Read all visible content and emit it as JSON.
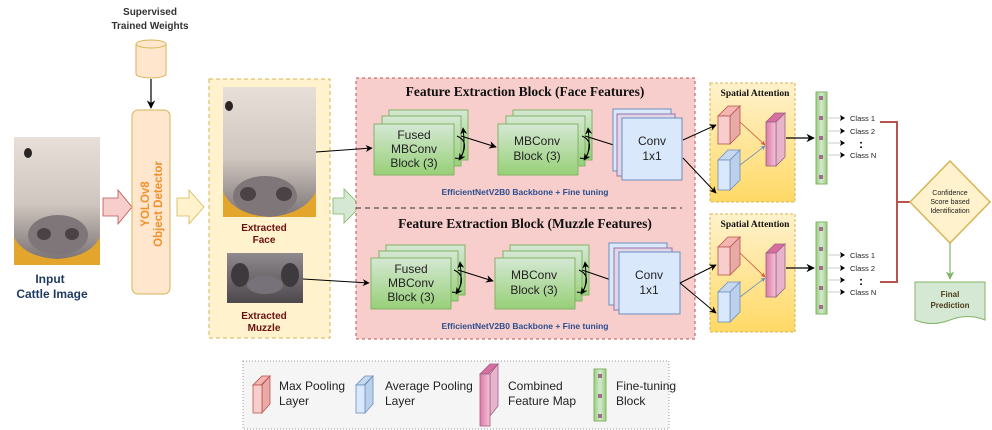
{
  "input": {
    "label_line1": "Input",
    "label_line2": "Cattle Image"
  },
  "weights": {
    "label_line1": "Supervised",
    "label_line2": "Trained Weights"
  },
  "detector": {
    "label_line1": "YOLOv8",
    "label_line2": "Object Detector"
  },
  "extracted": {
    "face_line1": "Extracted",
    "face_line2": "Face",
    "muzzle_line1": "Extracted",
    "muzzle_line2": "Muzzle"
  },
  "face_block": {
    "title": "Feature Extraction Block (Face Features)",
    "fused_line1": "Fused",
    "fused_line2": "MBConv",
    "fused_line3": "Block (3)",
    "mb_line1": "MBConv",
    "mb_line2": "Block (3)",
    "conv_line1": "Conv",
    "conv_line2": "1x1",
    "backbone": "EfficientNetV2B0 Backbone + Fine tuning"
  },
  "muzzle_block": {
    "title": "Feature Extraction Block (Muzzle Features)",
    "fused_line1": "Fused",
    "fused_line2": "MBConv",
    "fused_line3": "Block (3)",
    "mb_line1": "MBConv",
    "mb_line2": "Block (3)",
    "conv_line1": "Conv",
    "conv_line2": "1x1",
    "backbone": "EfficientNetV2B0 Backbone + Fine tuning"
  },
  "attention": {
    "title": "Spatial Attention"
  },
  "classes": [
    "Class 1",
    "Class 2",
    ":",
    "Class N"
  ],
  "decision": {
    "line1": "Confidence",
    "line2": "Score based",
    "line3": "Identification"
  },
  "final": {
    "line1": "Final",
    "line2": "Prediction"
  },
  "legend": {
    "max_pool_line1": "Max Pooling",
    "max_pool_line2": "Layer",
    "avg_pool_line1": "Average Pooling",
    "avg_pool_line2": "Layer",
    "combined_line1": "Combined",
    "combined_line2": "Feature Map",
    "finetune_line1": "Fine-tuning",
    "finetune_line2": "Block"
  },
  "colors": {
    "pink_block": "#f8cecc",
    "green_block": "#b9e0a5",
    "blue_block": "#dae8fc",
    "yellow_panel": "#fff2cc",
    "orange_detector": "#ffe6cc",
    "detector_text": "#f0912d",
    "dark_red_text": "#6b1010",
    "navy_text": "#1f3a5f",
    "backbone_text": "#2a4f8f",
    "bracket": "#b85450"
  }
}
